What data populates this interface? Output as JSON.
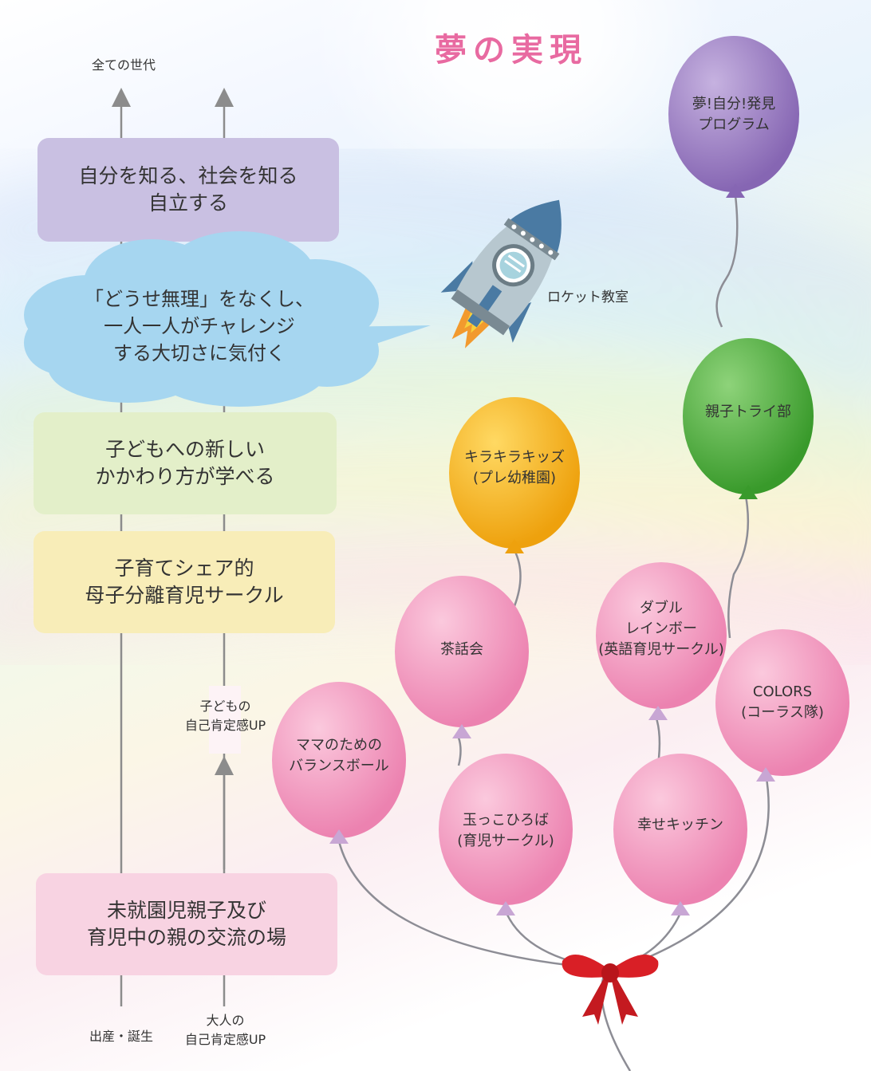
{
  "title": "夢の実現",
  "axis": {
    "top_label": "全ての世代",
    "bottom_left": "出産・誕生",
    "bottom_right_line1": "大人の",
    "bottom_right_line2": "自己肯定感UP",
    "mid_right_line1": "子どもの",
    "mid_right_line2": "自己肯定感UP"
  },
  "stages": [
    {
      "line1": "自分を知る、社会を知る",
      "line2": "自立する",
      "color": "#c9c0e2"
    },
    {
      "line1": "子どもへの新しい",
      "line2": "かかわり方が学べる",
      "color": "#e3efc9"
    },
    {
      "line1": "子育てシェア的",
      "line2": "母子分離育児サークル",
      "color": "#f8edb8"
    },
    {
      "line1": "未就園児親子及び",
      "line2": "育児中の親の交流の場",
      "color": "#f8d3e2"
    }
  ],
  "cloud": {
    "line1": "「どうせ無理」をなくし、",
    "line2": "一人一人がチャレンジ",
    "line3": "する大切さに気付く",
    "color": "#a6d6f0"
  },
  "rocket": {
    "label": "ロケット教室"
  },
  "balloons": [
    {
      "line1": "夢!自分!発見",
      "line2": "プログラム",
      "color": "#9d7cc4"
    },
    {
      "line1": "親子トライ部",
      "line2": "",
      "color": "#4fae3e"
    },
    {
      "line1": "キラキラキッズ",
      "line2": "(プレ幼稚園)",
      "color": "#f2b21c"
    },
    {
      "line1": "茶話会",
      "line2": "",
      "color": "#f08fb8"
    },
    {
      "line1": "ダブル",
      "line2": "レインボー",
      "line3": "(英語育児サークル)",
      "color": "#f08fb8"
    },
    {
      "line1": "COLORS",
      "line2": "(コーラス隊)",
      "color": "#f08fb8"
    },
    {
      "line1": "ママのための",
      "line2": "バランスボール",
      "color": "#f08fb8"
    },
    {
      "line1": "玉っこひろば",
      "line2": "(育児サークル)",
      "color": "#f08fb8"
    },
    {
      "line1": "幸せキッチン",
      "line2": "",
      "color": "#f08fb8"
    }
  ]
}
